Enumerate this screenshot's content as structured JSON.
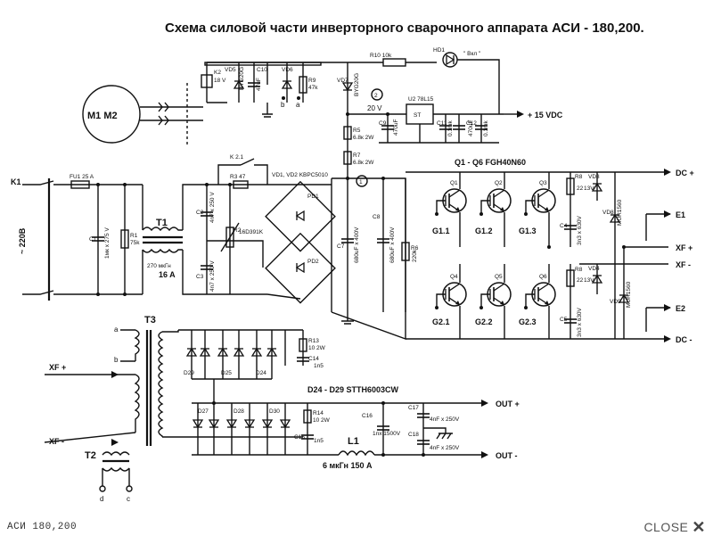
{
  "viewer": {
    "caption": "АСИ 180,200",
    "close_label": "CLOSE",
    "close_icon": "close-x-icon"
  },
  "diagram": {
    "title": "Схема силовой части инверторного сварочного аппарата АСИ - 180,200.",
    "motor": "M1 M2",
    "mains": "~ 220В",
    "k1": "K1",
    "fu1": "FU1  25 A",
    "c1": "C1",
    "c1_val": "1мк х 275 V",
    "r1": "R1",
    "r1_val": "75k",
    "t1": "T1",
    "t1_val": "270 мкГн",
    "t1_amp": "16 A",
    "k2_1": "K 2.1",
    "r3": "R3  47",
    "c2": "C2",
    "c2_val": "4n7 x 250 V",
    "c3": "C3",
    "c3_val": "4n7 x 250 V",
    "r2": "R2",
    "r2_val": "16D391K",
    "vd_bridge": "VD1, VD2  KBPC5010",
    "pd1": "PD1",
    "pd2": "PD2",
    "c7": "C7",
    "c7_val": "680uF x 400V",
    "c8": "C8",
    "c8_val": "680uF x 400V",
    "r6": "R6",
    "r6_val": "220k",
    "r5": "R5",
    "r5_val": "6.8к 2W",
    "r7": "R7",
    "r7_val": "6.8к 2W",
    "k2": "K2",
    "k2_v": "18 V",
    "vd5": "VD5",
    "vd5_type": "BYG20G",
    "c10": "C10",
    "c10_val": "47uF",
    "vd6": "VD6",
    "r9": "R9",
    "r9_val": "47k",
    "vd7": "VD7",
    "vd7_type": "BYG20G",
    "r10": "R10  10k",
    "hd1": "HD1",
    "hd1_lbl": "\" Вкл \"",
    "u2": "U2  78L15",
    "u2_pin": "ST",
    "v20": "20 V",
    "c9": "C9",
    "c9_val": "470uF",
    "c11": "C11",
    "c11_val": "0.1mk",
    "c12": "C12",
    "c12_val": "470uF",
    "c13": "C13",
    "c13_val": "0.1mk",
    "vdc": "+ 15 VDC",
    "node_b": "b",
    "node_a": "a",
    "node_2": "2",
    "node_1": "1",
    "q_title": "Q1 - Q6  FGH40N60",
    "q1": "Q1",
    "q2": "Q2",
    "q3": "Q3",
    "q4": "Q4",
    "q5": "Q5",
    "q6": "Q6",
    "g11": "G1.1",
    "g12": "G1.2",
    "g13": "G1.3",
    "g21": "G2.1",
    "g22": "G2.2",
    "g23": "G2.3",
    "r8": "R8",
    "r8_val": "22",
    "vd3": "VD3",
    "vd3_val": "13V",
    "r8b": "R8",
    "r8b_val": "22",
    "vd4": "VD4",
    "vd4_val": "13V",
    "c4": "C4",
    "c4_val": "3n3 x 630V",
    "c5": "C5",
    "c5_val": "3n3 x 630V",
    "vd8": "VD8",
    "vd8_type": "MUR1560",
    "vd9": "VD9",
    "vd9_type": "MUR1560",
    "dc_plus": "DC +",
    "dc_minus": "DC -",
    "e1": "E1",
    "e2": "E2",
    "xf_plus": "XF +",
    "xf_minus": "XF -",
    "t3": "T3",
    "t2": "T2",
    "xf_plus_l": "XF +",
    "xf_minus_l": "XF -",
    "ta": "a",
    "tb": "b",
    "td": "d",
    "tc": "c",
    "r13": "R13",
    "r13_val": "10 2W",
    "c14": "C14",
    "c14_val": "1n5",
    "r14": "R14",
    "r14_val": "10 2W",
    "c15": "C15",
    "c15_val": "1n5",
    "d29": "D29",
    "d25": "D25",
    "d24": "D24",
    "d27": "D27",
    "d28": "D28",
    "d30": "D30",
    "diode_note": "D24 - D29  STTH6003CW",
    "c16": "C16",
    "c16_val": "1nx 1500V",
    "c17": "C17",
    "c17_val": "4nF x 250V",
    "c18": "C18",
    "c18_val": "4nF x 250V",
    "l1": "L1",
    "l1_val": "6 мкГн  150 A",
    "out_plus": "OUT +",
    "out_minus": "OUT -"
  }
}
